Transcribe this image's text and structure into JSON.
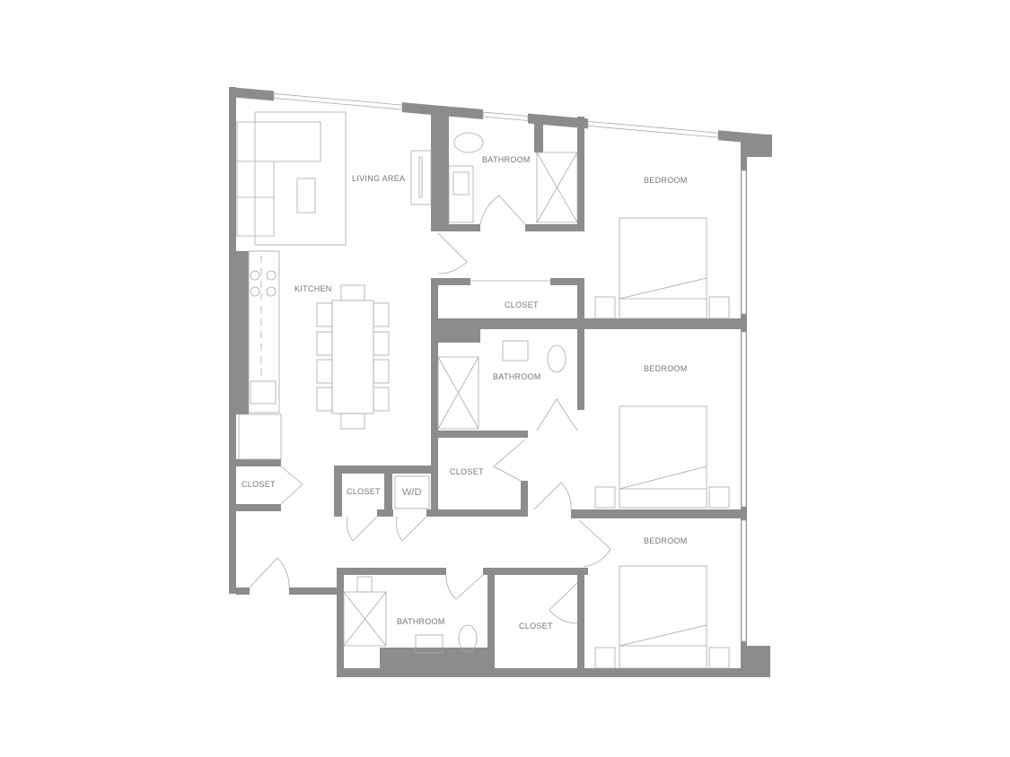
{
  "colors": {
    "wall": "#8c8c8c",
    "fixture_line": "#a8a8a8",
    "label": "#777777",
    "background": "#ffffff"
  },
  "rooms": {
    "living_area": "LIVING  AREA",
    "kitchen": "KITCHEN",
    "bathroom_1": "BATHROOM",
    "bedroom_1": "BEDROOM",
    "closet_1": "CLOSET",
    "bathroom_2": "BATHROOM",
    "bedroom_2": "BEDROOM",
    "closet_2": "CLOSET",
    "closet_entry": "CLOSET",
    "closet_hall": "CLOSET",
    "washer_dryer": "W/D",
    "bedroom_3": "BEDROOM",
    "bathroom_3": "BATHROOM",
    "closet_3": "CLOSET"
  }
}
